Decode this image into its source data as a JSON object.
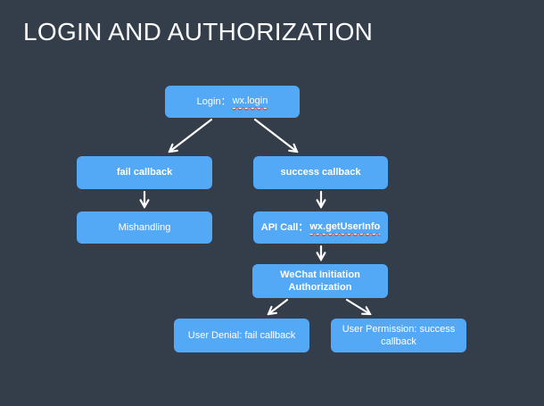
{
  "title": "LOGIN AND AUTHORIZATION",
  "colors": {
    "background": "#343e4b",
    "node_fill": "#54a9f7",
    "node_text": "#ffffff",
    "title_text": "#fbfcfd",
    "arrow": "#ffffff",
    "spellcheck_squiggle": "#bf4a42"
  },
  "nodes": {
    "login": {
      "prefix": "Login：",
      "code": "wx.login"
    },
    "fail_callback": {
      "label": "fail callback"
    },
    "success_callback": {
      "label": "success callback"
    },
    "mishandling": {
      "label": "Mishandling"
    },
    "api_call": {
      "prefix": "API Call：",
      "code": "wx.getUserInfo"
    },
    "wechat_auth": {
      "label": "WeChat Initiation Authorization"
    },
    "user_denial": {
      "label": "User Denial: fail callback"
    },
    "user_permission": {
      "label": "User Permission: success callback"
    }
  },
  "edges": [
    {
      "from": "login",
      "to": "fail_callback"
    },
    {
      "from": "login",
      "to": "success_callback"
    },
    {
      "from": "fail_callback",
      "to": "mishandling"
    },
    {
      "from": "success_callback",
      "to": "api_call"
    },
    {
      "from": "api_call",
      "to": "wechat_auth"
    },
    {
      "from": "wechat_auth",
      "to": "user_denial"
    },
    {
      "from": "wechat_auth",
      "to": "user_permission"
    }
  ]
}
